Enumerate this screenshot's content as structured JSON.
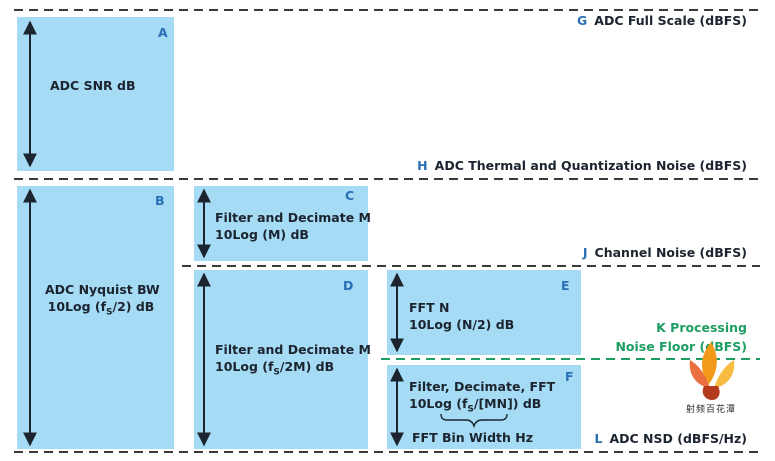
{
  "levels": {
    "G": {
      "letter": "G",
      "label": "ADC Full Scale (dBFS)"
    },
    "H": {
      "letter": "H",
      "label": "ADC Thermal and Quantization Noise (dBFS)"
    },
    "J": {
      "letter": "J",
      "label": "Channel Noise (dBFS)"
    },
    "K": {
      "letter": "K",
      "line1": "Processing",
      "line2": "Noise Floor (dBFS)"
    },
    "L": {
      "letter": "L",
      "label": "ADC NSD (dBFS/Hz)"
    }
  },
  "blocks": {
    "A": {
      "letter": "A",
      "line1": "ADC SNR dB"
    },
    "B": {
      "letter": "B",
      "line1": "ADC Nyquist BW",
      "line2_prefix": "10Log (f",
      "sub": "S",
      "line2_suffix": "/2) dB"
    },
    "C": {
      "letter": "C",
      "line1": "Filter and Decimate M",
      "line2": "10Log (M) dB"
    },
    "D": {
      "letter": "D",
      "line1": "Filter and Decimate M",
      "line2_prefix": "10Log (f",
      "sub": "S",
      "line2_suffix": "/2M) dB"
    },
    "E": {
      "letter": "E",
      "line1": "FFT N",
      "line2": "10Log (N/2) dB"
    },
    "F": {
      "letter": "F",
      "line1": "Filter, Decimate, FFT",
      "line2_prefix": "10Log (f",
      "sub": "S",
      "line2_suffix": "/[MN]) dB",
      "brace_label": "FFT Bin Width Hz"
    }
  },
  "watermark": {
    "text": "射频百花潭"
  },
  "colors": {
    "box": "#a6dbf5",
    "dash": "#3a3a3a",
    "green": "#1e9e62",
    "letters": "#2a6fb5"
  }
}
